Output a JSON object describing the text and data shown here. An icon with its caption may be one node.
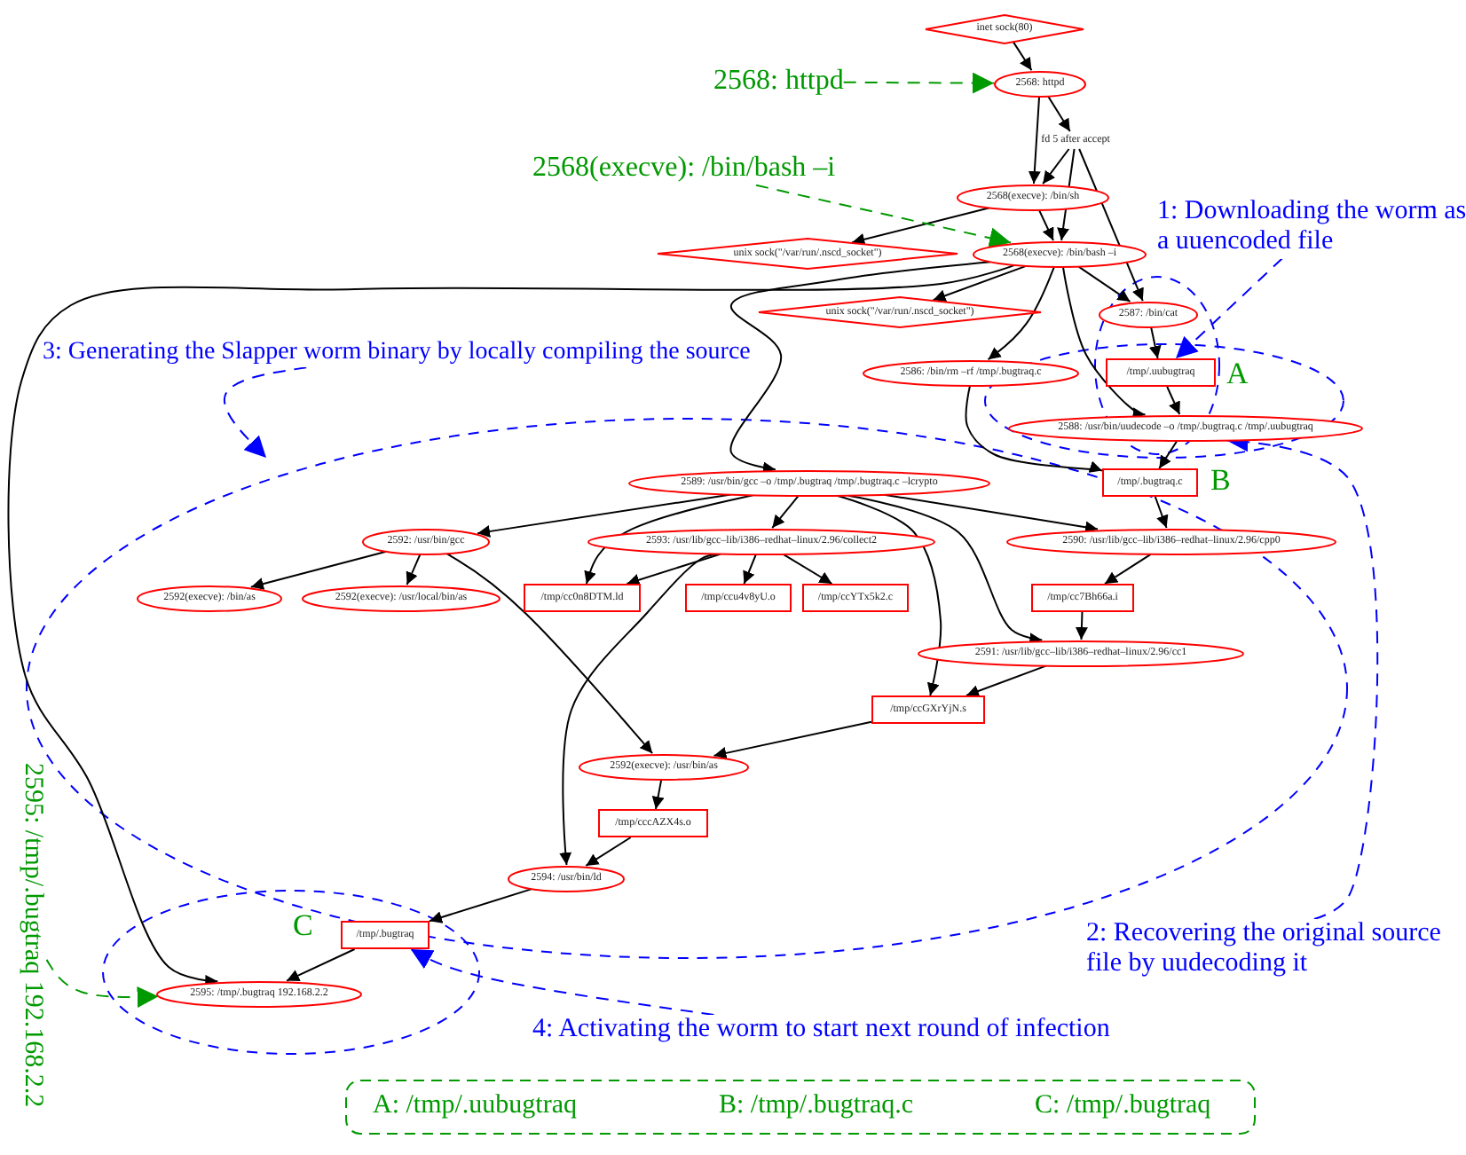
{
  "diagram": {
    "nodes": [
      {
        "text": [
          "inet sock(80)"
        ]
      },
      {
        "text": [
          "2568: httpd"
        ]
      },
      {
        "text": [
          "fd 5 after accept"
        ]
      },
      {
        "text": [
          "2568(execve): /bin/sh"
        ]
      },
      {
        "text": [
          "unix sock(\"/var/run/.nscd_socket\")"
        ]
      },
      {
        "text": [
          "2568(execve): /bin/bash –i"
        ]
      },
      {
        "text": [
          "unix sock(\"/var/run/.nscd_socket\")"
        ]
      },
      {
        "text": [
          "2587: /bin/cat"
        ]
      },
      {
        "text": [
          "2586: /bin/rm –rf /tmp/.bugtraq.c"
        ]
      },
      {
        "text": [
          "/tmp/.uubugtraq"
        ],
        "beside": [
          "A"
        ]
      },
      {
        "text": [
          "2588: /usr/bin/uudecode –o /tmp/.bugtraq.c /tmp/.uubugtraq"
        ]
      },
      {
        "text": [
          "2589: /usr/bin/gcc –o /tmp/.bugtraq /tmp/.bugtraq.c –lcrypto"
        ]
      },
      {
        "text": [
          "/tmp/.bugtraq.c"
        ],
        "beside": [
          "B"
        ]
      },
      {
        "text": [
          "2592: /usr/bin/gcc"
        ]
      },
      {
        "text": [
          "2593: /usr/lib/gcc–lib/i386–redhat–linux/2.96/collect2"
        ]
      },
      {
        "text": [
          "2590: /usr/lib/gcc–lib/i386–redhat–linux/2.96/cpp0"
        ]
      },
      {
        "text": [
          "2592(execve): /bin/as"
        ]
      },
      {
        "text": [
          "2592(execve): /usr/local/bin/as"
        ]
      },
      {
        "text": [
          "/tmp/cc0n8DTM.ld"
        ]
      },
      {
        "text": [
          "/tmp/ccu4v8yU.o"
        ]
      },
      {
        "text": [
          "/tmp/ccYTx5k2.c"
        ]
      },
      {
        "text": [
          "/tmp/cc7Bh66a.i"
        ]
      },
      {
        "text": [
          "2591: /usr/lib/gcc–lib/i386–redhat–linux/2.96/cc1"
        ]
      },
      {
        "text": [
          "/tmp/ccGXrYjN.s"
        ]
      },
      {
        "text": [
          "2592(execve): /usr/bin/as"
        ]
      },
      {
        "text": [
          "/tmp/cccAZX4s.o"
        ]
      },
      {
        "text": [
          "2594: /usr/bin/ld"
        ]
      },
      {
        "text": [
          "/tmp/.bugtraq"
        ],
        "beside": [
          "C"
        ]
      },
      {
        "text": [
          "2595: /tmp/.bugtraq 192.168.2.2"
        ]
      },
      {
        "text": [
          "2568: httpd"
        ]
      },
      {
        "text": [
          "2568(execve): /bin/bash –i"
        ]
      },
      {
        "text": [
          "2595: /tmp/.bugtraq 192.168.2.2"
        ]
      },
      {
        "text": [
          "1: Downloading the worm as a uuencoded file"
        ]
      },
      {
        "text": [
          "3: Generating the Slapper worm binary by locally compiling the source"
        ]
      },
      {
        "text": [
          "2: Recovering the original source file by uudecoding it"
        ]
      },
      {
        "text": [
          "4: Activating the worm to start next round of infection"
        ]
      }
    ],
    "edges": [
      {
        "from": 0,
        "to": 1,
        "arrow": "to"
      },
      {
        "from": 1,
        "to": 2,
        "arrow": "to"
      },
      {
        "from": 1,
        "to": 3,
        "arrow": "to"
      },
      {
        "from": 2,
        "to": 3,
        "arrow": "to"
      },
      {
        "from": 2,
        "to": 5,
        "arrow": "to"
      },
      {
        "from": 2,
        "to": 7,
        "arrow": "to"
      },
      {
        "from": 3,
        "to": 4,
        "arrow": "to"
      },
      {
        "from": 3,
        "to": 5,
        "arrow": "to"
      },
      {
        "from": 5,
        "to": 6,
        "arrow": "to"
      },
      {
        "from": 5,
        "to": 7,
        "arrow": "to"
      },
      {
        "from": 5,
        "to": 8,
        "arrow": "to"
      },
      {
        "from": 5,
        "to": 10,
        "arrow": "to"
      },
      {
        "from": 5,
        "to": 11,
        "arrow": "to"
      },
      {
        "from": 5,
        "to": 28,
        "arrow": "to"
      },
      {
        "from": 7,
        "to": 9,
        "arrow": "to"
      },
      {
        "from": 9,
        "to": 10,
        "arrow": "to"
      },
      {
        "from": 8,
        "to": 12,
        "arrow": "to"
      },
      {
        "from": 10,
        "to": 12,
        "arrow": "to"
      },
      {
        "from": 11,
        "to": 13,
        "arrow": "to"
      },
      {
        "from": 11,
        "to": 14,
        "arrow": "to"
      },
      {
        "from": 11,
        "to": 15,
        "arrow": "to"
      },
      {
        "from": 11,
        "to": 18,
        "arrow": "to"
      },
      {
        "from": 11,
        "to": 22,
        "arrow": "to"
      },
      {
        "from": 11,
        "to": 23,
        "arrow": "to"
      },
      {
        "from": 12,
        "to": 15,
        "arrow": "to"
      },
      {
        "from": 13,
        "to": 16,
        "arrow": "to"
      },
      {
        "from": 13,
        "to": 17,
        "arrow": "to"
      },
      {
        "from": 13,
        "to": 24,
        "arrow": "to"
      },
      {
        "from": 14,
        "to": 18,
        "arrow": "to"
      },
      {
        "from": 14,
        "to": 19,
        "arrow": "to"
      },
      {
        "from": 14,
        "to": 20,
        "arrow": "to"
      },
      {
        "from": 14,
        "to": 26,
        "arrow": "to"
      },
      {
        "from": 15,
        "to": 21,
        "arrow": "to"
      },
      {
        "from": 21,
        "to": 22,
        "arrow": "to"
      },
      {
        "from": 22,
        "to": 23,
        "arrow": "to"
      },
      {
        "from": 23,
        "to": 24,
        "arrow": "to"
      },
      {
        "from": 24,
        "to": 25,
        "arrow": "to"
      },
      {
        "from": 25,
        "to": 26,
        "arrow": "to"
      },
      {
        "from": 26,
        "to": 27,
        "arrow": "to"
      },
      {
        "from": 27,
        "to": 28,
        "arrow": "to"
      },
      {
        "from": 29,
        "to": 1,
        "arrow": "to",
        "style": "dashed",
        "color": "#009900"
      },
      {
        "from": 30,
        "to": 5,
        "arrow": "to",
        "style": "dashed",
        "color": "#009900"
      },
      {
        "from": 31,
        "to": 28,
        "arrow": "to",
        "style": "dashed",
        "color": "#009900"
      },
      {
        "from": 32,
        "to": 9,
        "arrow": "to",
        "style": "dashed",
        "color": "#0000ff"
      },
      {
        "from": 33,
        "to": null,
        "arrow": "to",
        "style": "dashed",
        "color": "#0000ff"
      },
      {
        "from": 34,
        "to": 10,
        "arrow": "to",
        "style": "dashed",
        "color": "#0000ff"
      },
      {
        "from": 35,
        "to": 27,
        "arrow": "to",
        "style": "dashed",
        "color": "#0000ff"
      }
    ],
    "labels": [
      "A: /tmp/.uubugtraq",
      "B: /tmp/.bugtraq.c",
      "C: /tmp/.bugtraq"
    ]
  }
}
